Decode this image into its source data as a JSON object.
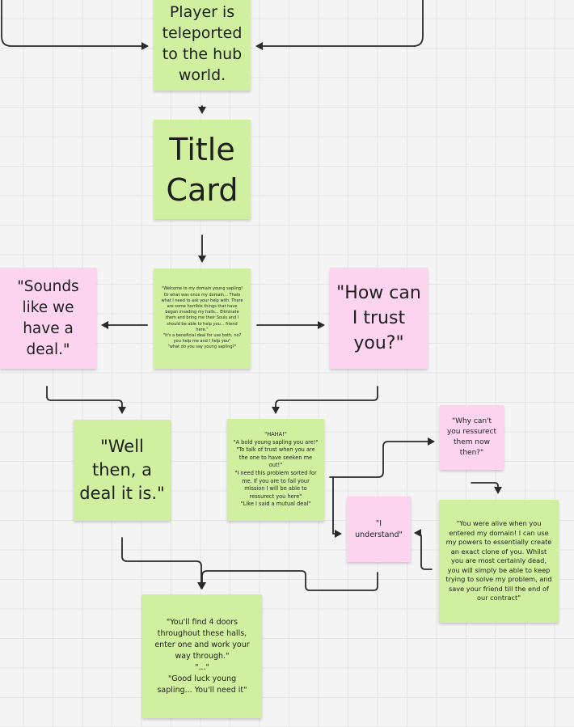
{
  "board": {
    "notes": {
      "hub": {
        "text": "Player is\nteleported\nto the hub\nworld."
      },
      "title_card": {
        "text": "Title\nCard"
      },
      "sounds_like_deal": {
        "text": "\"Sounds\nlike we\nhave a\ndeal.\""
      },
      "welcome": {
        "text": "\"Welcome to my domain young sapling!\nOr what was once my domain... Thats\nwhat I need to ask your help with. There\nare some horrible things that have\nbegan invading my halls... Eliminate\nthem and bring me their Souls and I\nshould be able to help you... friend\nhere.\"\n\"It's a beneficial deal for use both, no?\nyou help me and I help you\"\n\"what do you say young sapling?\""
      },
      "how_can_trust": {
        "text": "\"How can\nI trust\nyou?\""
      },
      "well_then_deal": {
        "text": "\"Well\nthen, a\ndeal it is.\""
      },
      "haha": {
        "text": "\"HAHA!\"\n\"A bold young sapling you are!\"\n\"To talk of trust when you are\nthe one to have seeken me\nout!\"\n\"I need this problem sorted for\nme. If you are to fail your\nmission I will be able to\nressurect you here\"\n\"Like I said a mutual deal\""
      },
      "why_cant_resurrect": {
        "text": "\"Why can't\nyou ressurect\nthem now\nthen?\""
      },
      "i_understand": {
        "text": "\"I\nunderstand\""
      },
      "you_were_alive": {
        "text": "\"You were alive when you\nentered my domain! I can use\nmy powers to essentially create\nan exact clone of you. Whilst\nyou are most certainly dead,\nyou will simply be able to keep\ntrying to solve my problem, and\nsave your friend till the end of\nour contract\""
      },
      "four_doors": {
        "text": "\"You'll find 4 doors\nthroughout these halls,\nenter one and work your\nway through.\"\n\"...\"\n\"Good luck young\nsapling... You'll need it\""
      }
    },
    "colors": {
      "green_note": "#d0f0a0",
      "pink_note": "#fcd4ef",
      "connector": "#2a2a2a",
      "background": "#f4f4f4",
      "grid": "#e4e4e4"
    }
  }
}
